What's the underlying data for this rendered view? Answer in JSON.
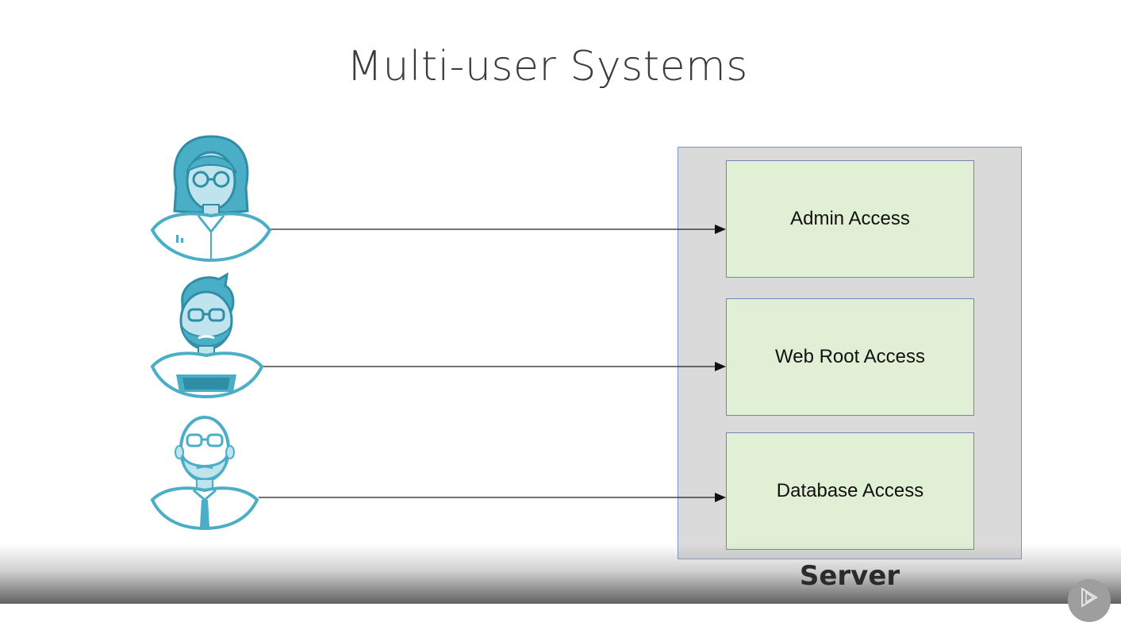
{
  "slide": {
    "title": "Multi-user Systems"
  },
  "users": [
    {
      "icon": "woman-with-glasses-avatar"
    },
    {
      "icon": "bearded-man-star-shirt-avatar"
    },
    {
      "icon": "bald-man-with-beard-avatar"
    }
  ],
  "server": {
    "label": "Server",
    "access_levels": [
      "Admin Access",
      "Web Root Access",
      "Database Access"
    ]
  },
  "colors": {
    "avatar_teal": "#4aaec6",
    "avatar_light": "#bfe4ee",
    "access_box_fill": "#e1efd4",
    "server_fill": "#dadada",
    "box_border": "#6f86bb"
  }
}
